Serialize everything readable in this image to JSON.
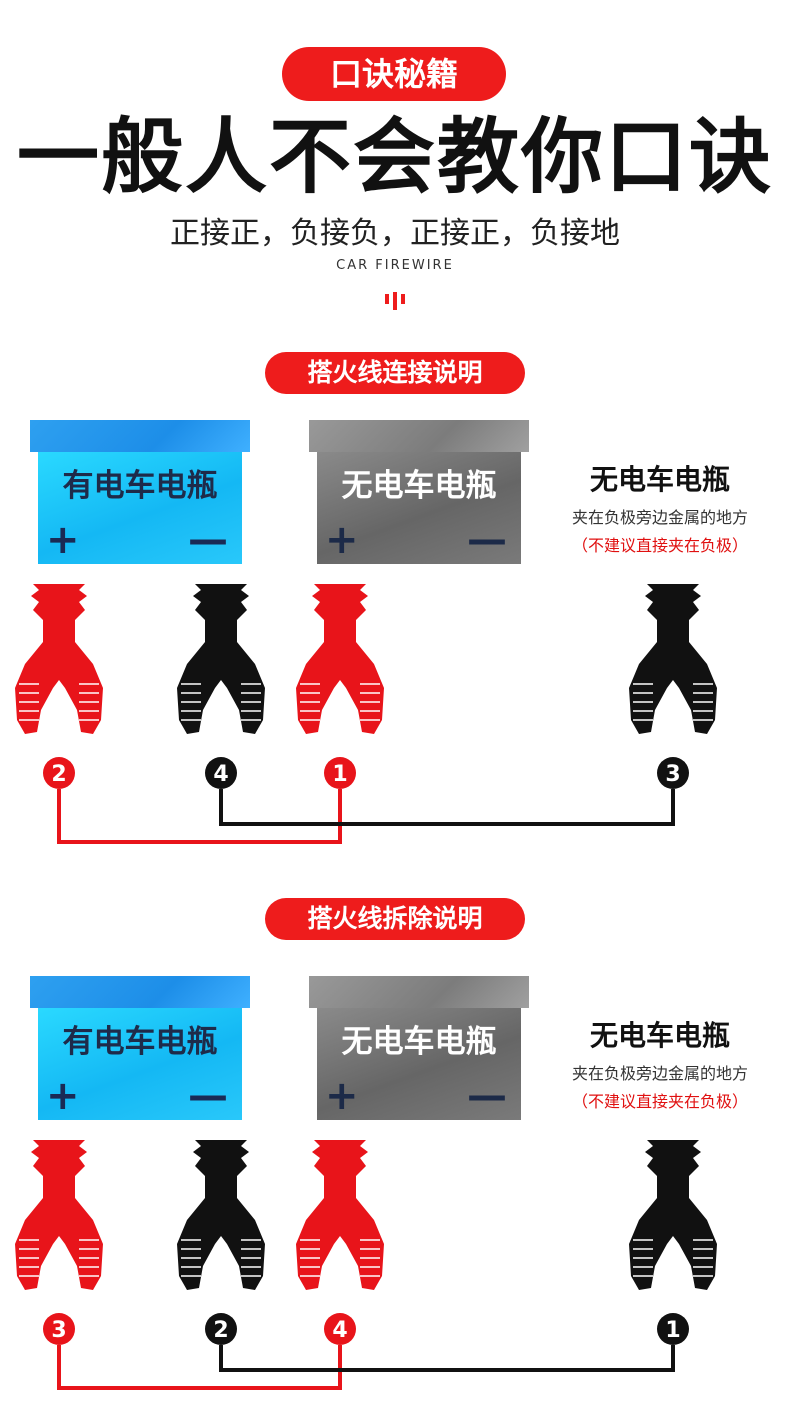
{
  "header": {
    "badge": "口诀秘籍",
    "headline": "一般人不会教你口诀",
    "subtitle": "正接正，负接负，正接正，负接地",
    "english": "CAR FIREWIRE"
  },
  "sections": [
    {
      "title": "搭火线连接说明",
      "battery_on": {
        "label": "有电车电瓶",
        "plus": "+",
        "minus": "—"
      },
      "battery_off": {
        "label": "无电车电瓶",
        "plus": "+",
        "minus": "—"
      },
      "ground_note": {
        "title": "无电车电瓶",
        "line": "夹在负极旁边金属的地方",
        "warning": "（不建议直接夹在负极）"
      },
      "clamps": [
        {
          "color": "red",
          "step": "2"
        },
        {
          "color": "black",
          "step": "4"
        },
        {
          "color": "red",
          "step": "1"
        },
        {
          "color": "black",
          "step": "3"
        }
      ]
    },
    {
      "title": "搭火线拆除说明",
      "battery_on": {
        "label": "有电车电瓶",
        "plus": "+",
        "minus": "—"
      },
      "battery_off": {
        "label": "无电车电瓶",
        "plus": "+",
        "minus": "—"
      },
      "ground_note": {
        "title": "无电车电瓶",
        "line": "夹在负极旁边金属的地方",
        "warning": "（不建议直接夹在负极）"
      },
      "clamps": [
        {
          "color": "red",
          "step": "3"
        },
        {
          "color": "black",
          "step": "2"
        },
        {
          "color": "red",
          "step": "4"
        },
        {
          "color": "black",
          "step": "1"
        }
      ]
    }
  ],
  "colors": {
    "accent": "#ee1c1c",
    "red_clamp": "#e8141a",
    "black_clamp": "#111111"
  }
}
